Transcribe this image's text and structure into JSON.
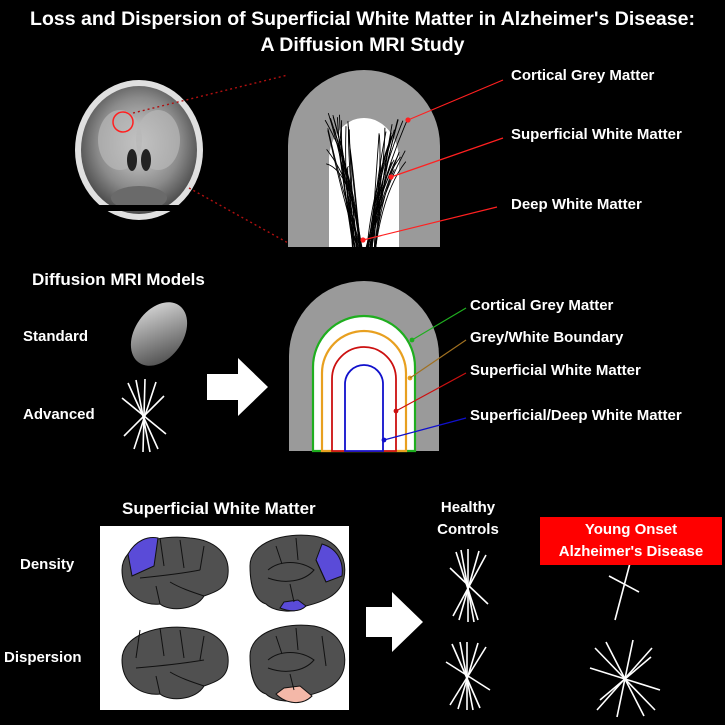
{
  "title": {
    "line1": "Loss and Dispersion of Superficial White Matter in Alzheimer's Disease:",
    "line2": "A Diffusion MRI Study"
  },
  "top_labels": {
    "cortical_grey": "Cortical Grey Matter",
    "superficial_white": "Superficial White Matter",
    "deep_white": "Deep White Matter"
  },
  "models": {
    "heading": "Diffusion MRI Models",
    "standard": "Standard",
    "advanced": "Advanced"
  },
  "middle_labels": {
    "cortical_grey": "Cortical Grey Matter",
    "boundary": "Grey/White Boundary",
    "superficial_white": "Superficial White Matter",
    "superficial_deep": "Superficial/Deep White Matter"
  },
  "bottom": {
    "panel_heading": "Superficial White Matter",
    "density": "Density",
    "dispersion": "Dispersion",
    "healthy_line1": "Healthy",
    "healthy_line2": "Controls",
    "yoad_line1": "Young Onset",
    "yoad_line2": "Alzheimer's Disease"
  },
  "colors": {
    "grey_matter": "#9a9a9a",
    "boundary_green": "#1fae1f",
    "boundary_orange": "#e8a020",
    "superficial_red": "#cc1010",
    "deep_blue": "#1010cc",
    "highlight_red": "#ff0000",
    "brain_region_blue": "#5a4bd8",
    "brain_region_pink": "#f4b8a8"
  }
}
